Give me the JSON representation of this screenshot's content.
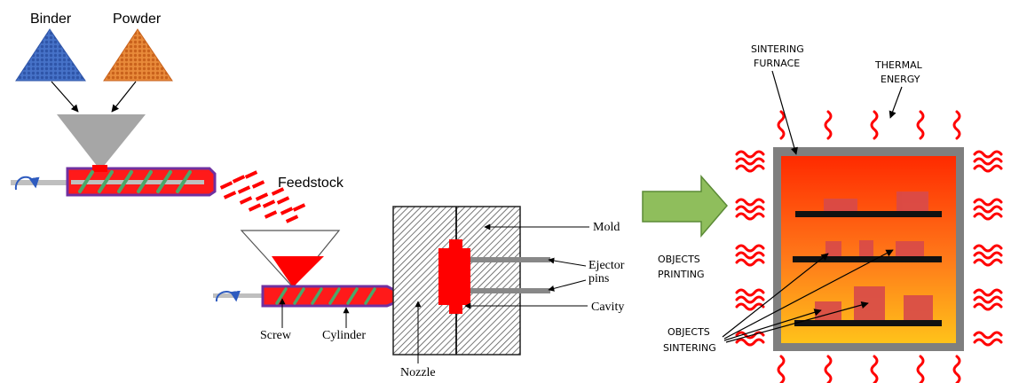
{
  "labels": {
    "binder": "Binder",
    "powder": "Powder",
    "feedstock": "Feedstock",
    "mold": "Mold",
    "ejector_line1": "Ejector",
    "ejector_line2": "pins",
    "cavity": "Cavity",
    "screw": "Screw",
    "cylinder": "Cylinder",
    "nozzle": "Nozzle",
    "sintering_furnace_line1": "SINTERING",
    "sintering_furnace_line2": "FURNACE",
    "thermal_energy_line1": "THERMAL",
    "thermal_energy_line2": "ENERGY",
    "objects_printing_line1": "OBJECTS",
    "objects_printing_line2": "PRINTING",
    "objects_sintering_line1": "OBJECTS",
    "objects_sintering_line2": "SINTERING"
  },
  "colors": {
    "binder": "#3f6cc4",
    "powder": "#e07b2c",
    "hopper_grey": "#a6a6a6",
    "feedstock_red": "#ff0000",
    "barrel_purple": "#7030a0",
    "screw_green": "#4aa86a",
    "shaft_grey": "#bfbfbf",
    "rotation_arrow": "#2e5bbf",
    "process_arrow": "#70ad47",
    "furnace_frame": "#7f7f7f",
    "furnace_hot": "#ff3300",
    "furnace_warm": "#ffc000",
    "heat_wave": "#ff0000",
    "object_block": "#d84a4a"
  }
}
